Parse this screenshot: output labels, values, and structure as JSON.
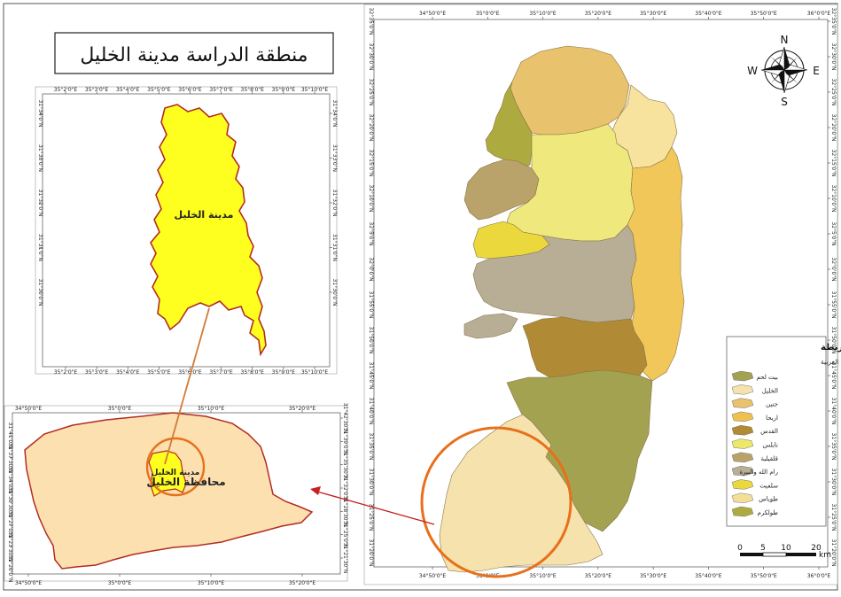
{
  "title": "منطقة الدراسة مدينة الخليل",
  "inset_top": {
    "label": "مدينة الخليل",
    "x_ticks": [
      "35°2'0\"E",
      "35°3'0\"E",
      "35°4'0\"E",
      "35°5'0\"E",
      "35°6'0\"E",
      "35°7'0\"E",
      "35°8'0\"E",
      "35°9'0\"E",
      "35°10'0\"E"
    ],
    "y_ticks_left": [
      "31°34'0\"N",
      "31°33'0\"N",
      "31°32'0\"N",
      "31°31'0\"N",
      "31°30'0\"N"
    ],
    "y_ticks_right": [
      "31°34'0\"N",
      "31°33'0\"N",
      "31°32'0\"N",
      "31°31'0\"N",
      "31°30'0\"N"
    ]
  },
  "inset_bottom": {
    "city_label": "مدينة الخليل",
    "governorate_label": "محافظة الخليل",
    "x_ticks": [
      "34°50'0\"E",
      "35°0'0\"E",
      "35°10'0\"E",
      "35°20'0\"E"
    ],
    "y_ticks_left": [
      "31°41'0\"N",
      "31°37'30\"N",
      "31°34'0\"N",
      "31°30'30\"N",
      "31°27'0\"N",
      "31°23'30\"N",
      "31°20'0\"N"
    ],
    "y_ticks_right": [
      "31°42'30\"N",
      "31°39'0\"N",
      "31°35'30\"N",
      "31°32'0\"N",
      "31°28'30\"N",
      "31°25'0\"N",
      "31°21'30\"N"
    ]
  },
  "main_map": {
    "x_ticks": [
      "34°50'0\"E",
      "35°0'0\"E",
      "35°10'0\"E",
      "35°20'0\"E",
      "35°30'0\"E",
      "35°40'0\"E",
      "35°50'0\"E",
      "36°0'0\"E"
    ],
    "y_ticks_left": [
      "32°35'0\"N",
      "32°30'0\"N",
      "32°25'0\"N",
      "32°20'0\"N",
      "32°15'0\"N",
      "32°10'0\"N",
      "32°5'0\"N",
      "32°0'0\"N",
      "31°55'0\"N",
      "31°50'0\"N",
      "31°45'0\"N",
      "31°40'0\"N",
      "31°35'0\"N",
      "31°30'0\"N",
      "31°25'0\"N",
      "31°20'0\"N"
    ],
    "y_ticks_right": [
      "32°35'0\"N",
      "32°30'0\"N",
      "32°25'0\"N",
      "32°20'0\"N",
      "32°15'0\"N",
      "32°10'0\"N",
      "32°5'0\"N",
      "32°0'0\"N",
      "31°55'0\"N",
      "31°50'0\"N",
      "31°45'0\"N",
      "31°40'0\"N",
      "31°35'0\"N",
      "31°30'0\"N",
      "31°25'0\"N",
      "31°20'0\"N"
    ]
  },
  "compass": {
    "n": "N",
    "s": "S",
    "e": "E",
    "w": "W"
  },
  "legend": {
    "title": "مفتاح الخريطة",
    "subtitle": "محافظات الضفة الغربية",
    "items": [
      {
        "label": "بيت لحم",
        "color": "#a3a251"
      },
      {
        "label": "الخليل",
        "color": "#f5e2ac"
      },
      {
        "label": "جنين",
        "color": "#e8c26c"
      },
      {
        "label": "اريحا",
        "color": "#f0c14e"
      },
      {
        "label": "القدس",
        "color": "#b08a34"
      },
      {
        "label": "نابلس",
        "color": "#ede86a"
      },
      {
        "label": "قلقيلية",
        "color": "#b9a36a"
      },
      {
        "label": "رام الله والبيرة",
        "color": "#b7ae95"
      },
      {
        "label": "سلفيت",
        "color": "#ebd83c"
      },
      {
        "label": "طوباس",
        "color": "#f4df98"
      },
      {
        "label": "طولكرم",
        "color": "#adab3f"
      }
    ]
  },
  "scale_bar": {
    "ticks": [
      "0",
      "5",
      "10",
      "20"
    ],
    "unit": "km"
  }
}
